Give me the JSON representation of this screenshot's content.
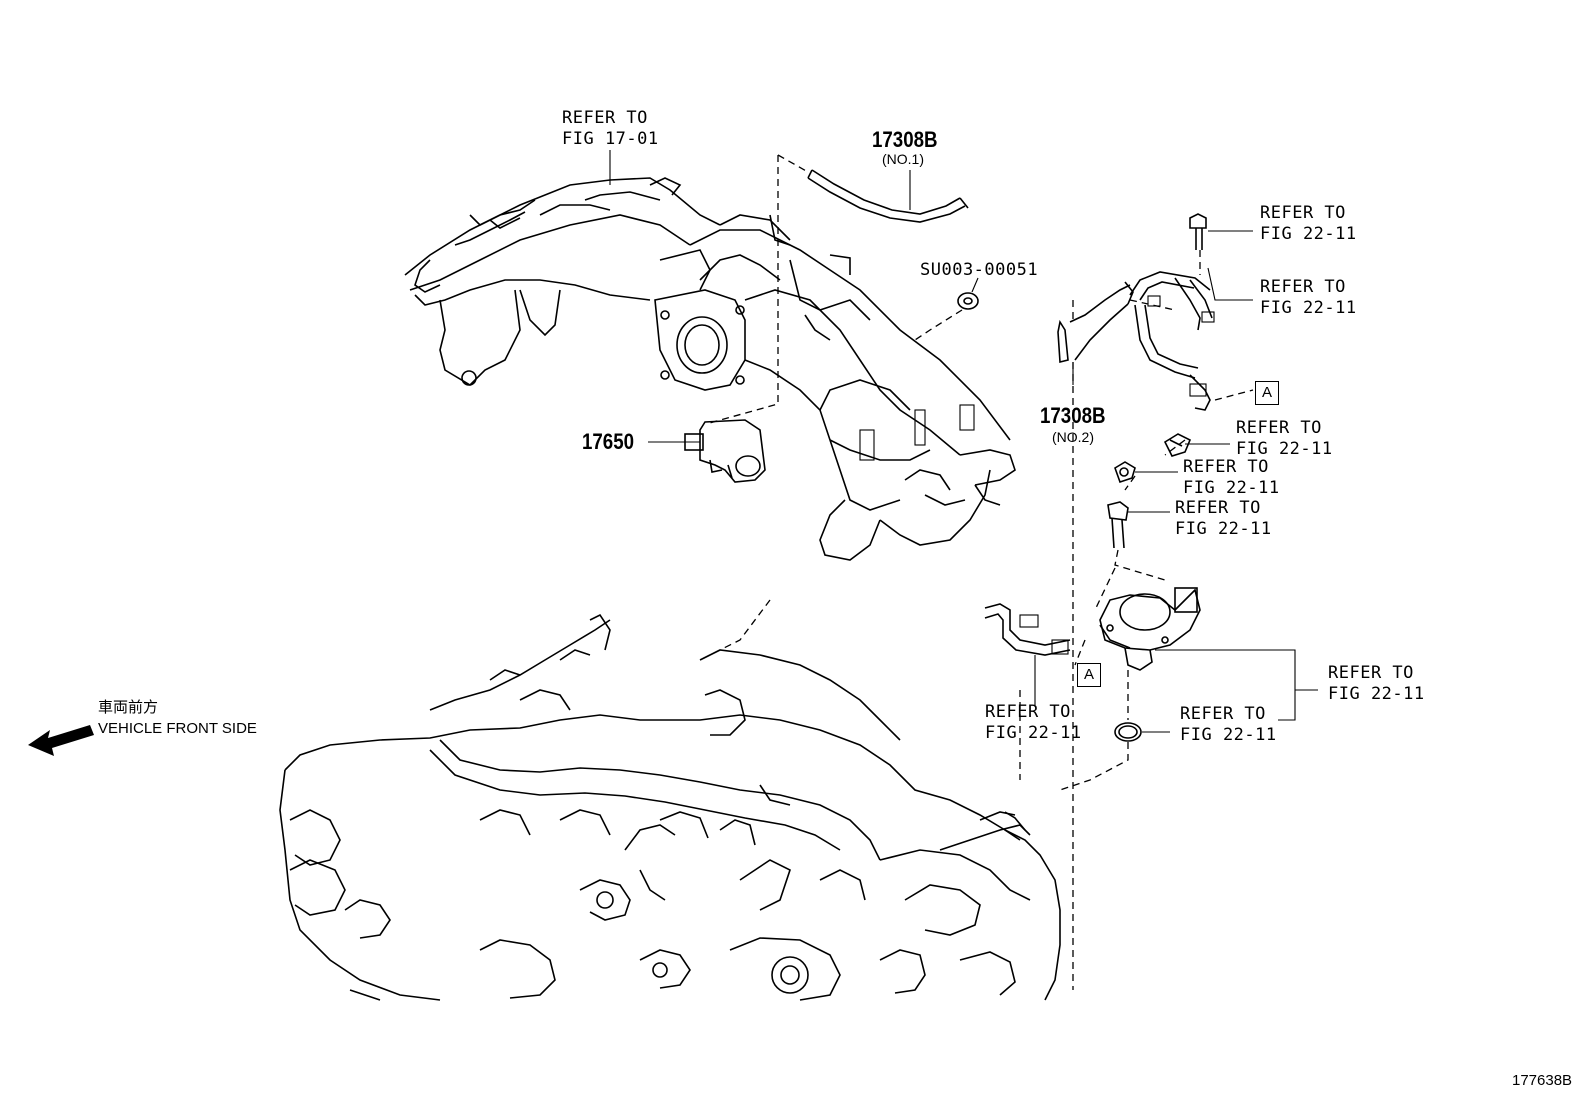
{
  "labels": {
    "refer_fig_17_01": {
      "line1": "REFER TO",
      "line2": "FIG 17-01"
    },
    "hose_no1": {
      "part": "17308B",
      "sub": "(NO.1)"
    },
    "nut": {
      "part": "SU003-00051"
    },
    "hose_no2": {
      "part": "17308B",
      "sub": "(NO.2)"
    },
    "valve": {
      "part": "17650"
    },
    "refer_22_11_a": {
      "line1": "REFER TO",
      "line2": "FIG 22-11"
    },
    "refer_22_11_b": {
      "line1": "REFER TO",
      "line2": "FIG 22-11"
    },
    "refer_22_11_c": {
      "line1": "REFER TO",
      "line2": "FIG 22-11"
    },
    "refer_22_11_d": {
      "line1": "REFER TO",
      "line2": "FIG 22-11"
    },
    "refer_22_11_e": {
      "line1": "REFER TO",
      "line2": "FIG 22-11"
    },
    "refer_22_11_f": {
      "line1": "REFER TO",
      "line2": "FIG 22-11"
    },
    "refer_22_11_g": {
      "line1": "REFER TO",
      "line2": "FIG 22-11"
    },
    "refer_22_11_h": {
      "line1": "REFER TO",
      "line2": "FIG 22-11"
    },
    "marker_a_top": "A",
    "marker_a_bottom": "A"
  },
  "direction": {
    "japanese": "車両前方",
    "english": "VEHICLE FRONT SIDE"
  },
  "figure_code": "177638B"
}
